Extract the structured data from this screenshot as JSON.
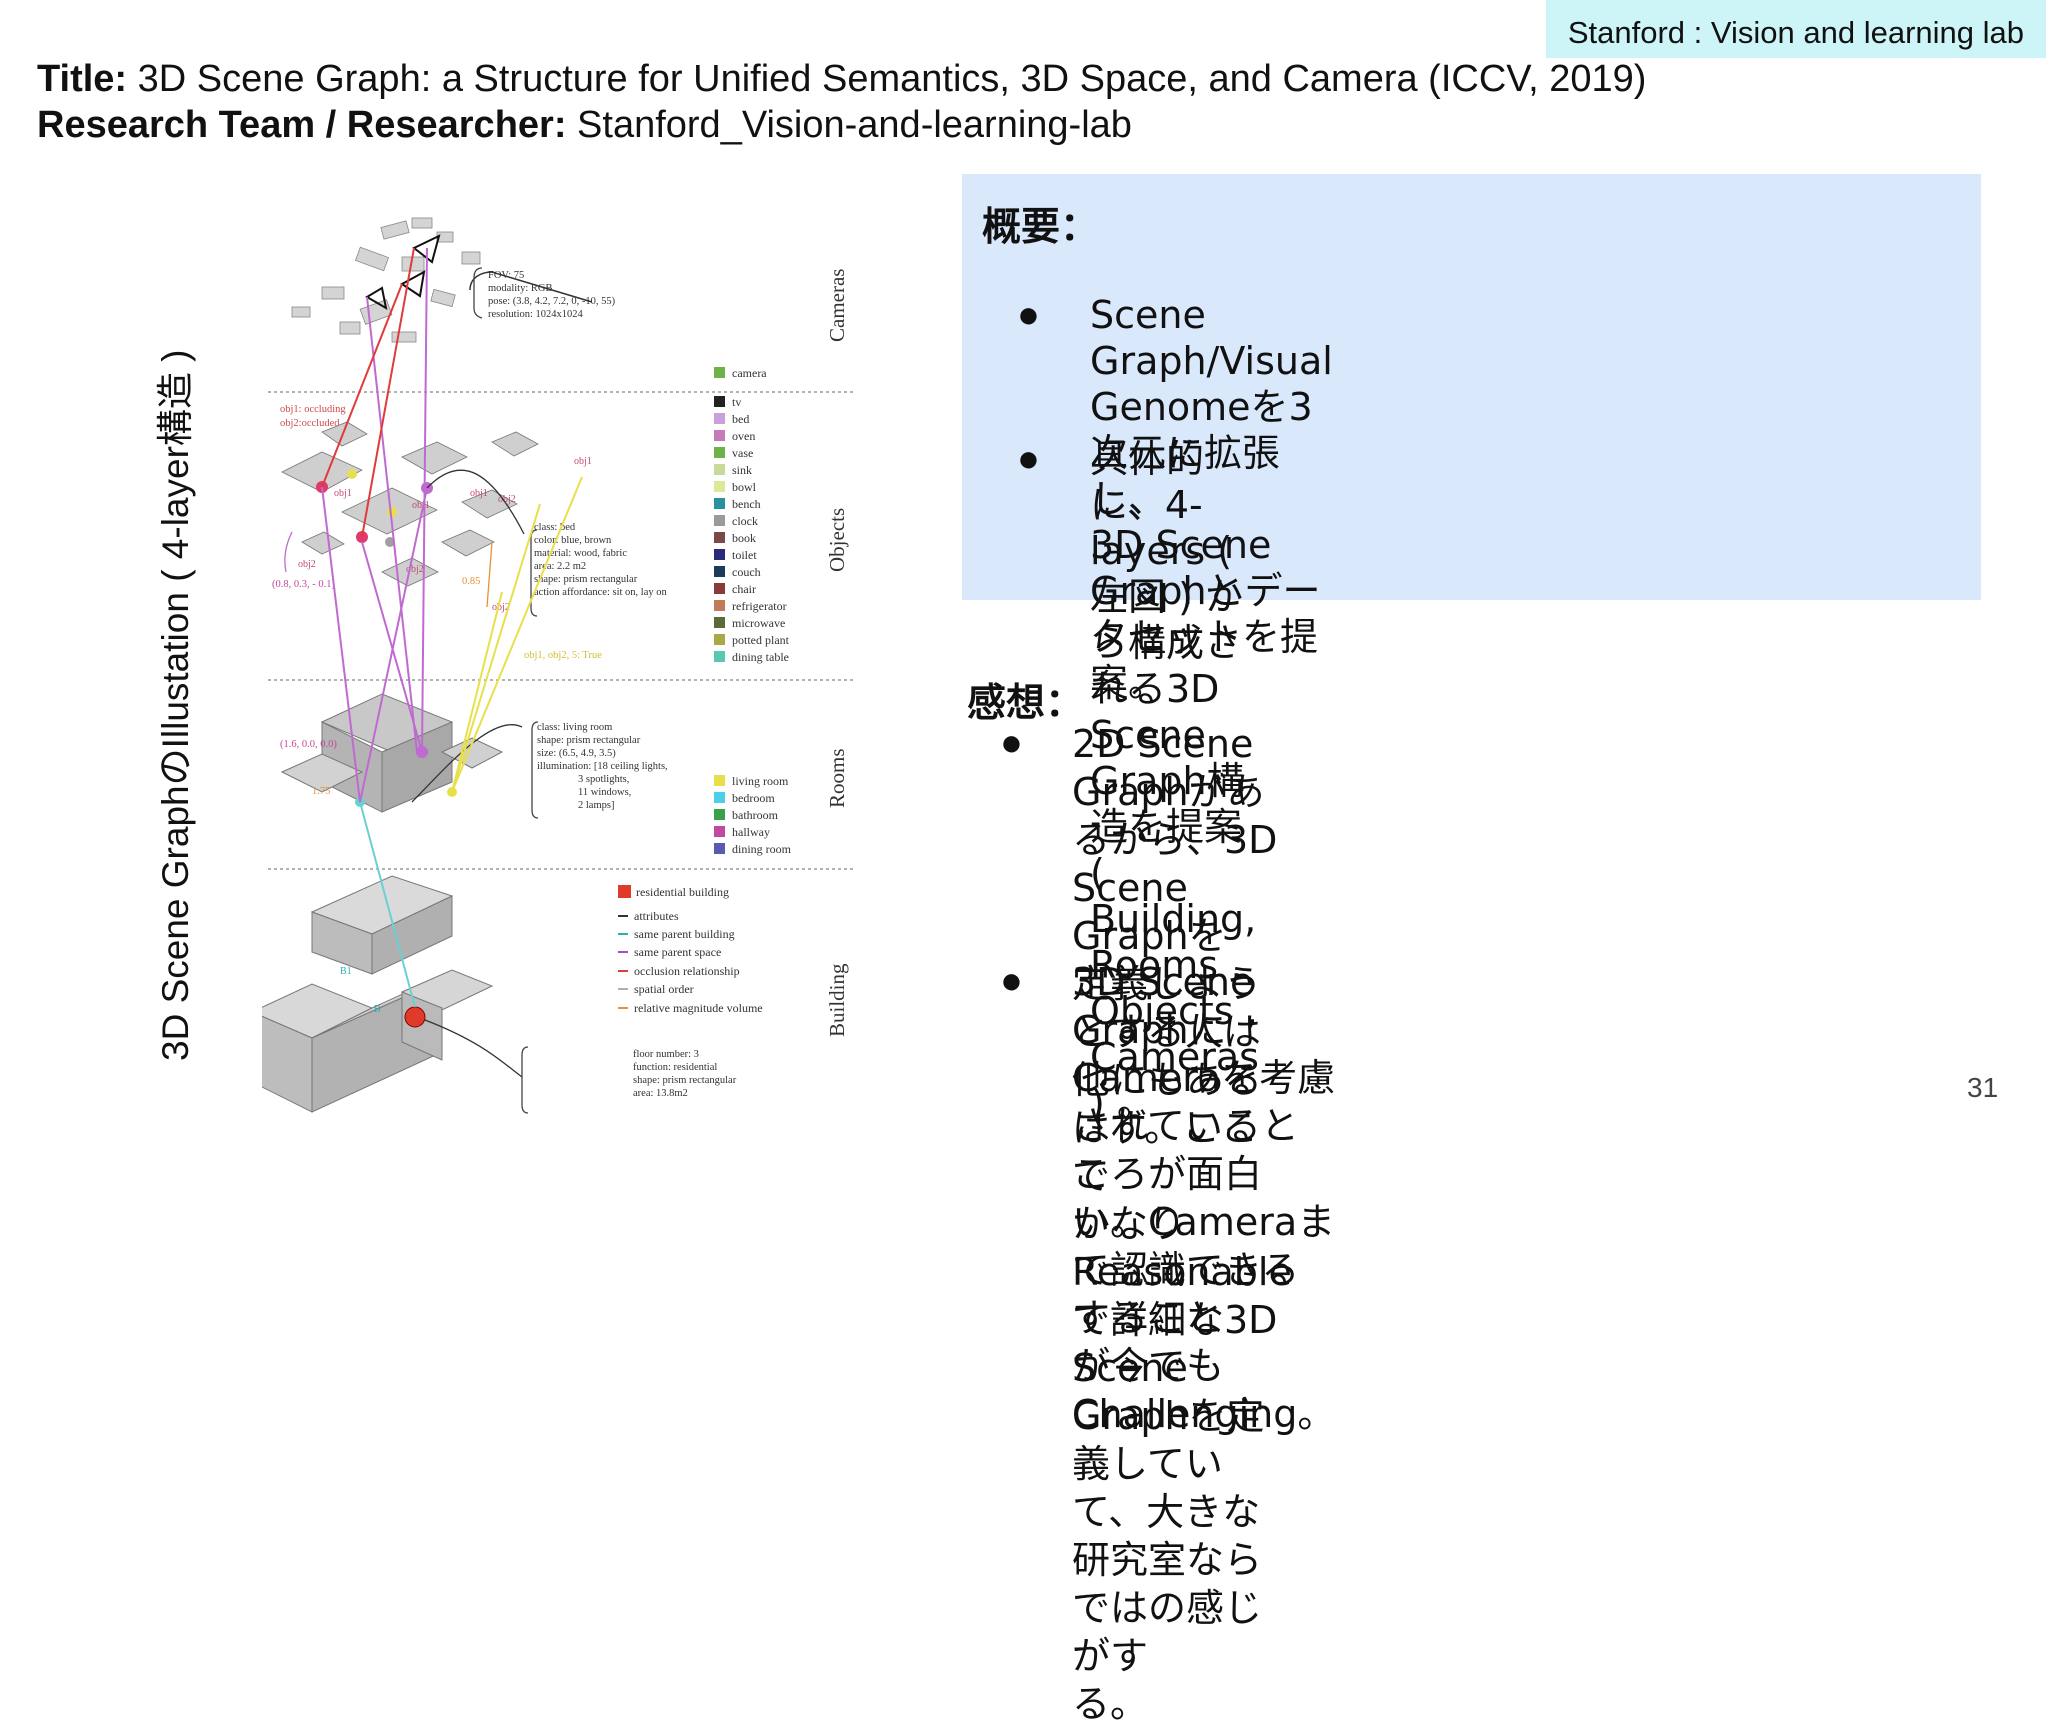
{
  "lab_tag": "Stanford : Vision and learning lab",
  "title": {
    "label": "Title:",
    "text": " 3D Scene Graph: a Structure for Unified Semantics, 3D Space, and Camera (ICCV, 2019)"
  },
  "team": {
    "label": "Research Team / Researcher:",
    "text": " Stanford_Vision-and-learning-lab"
  },
  "vertical_caption": "3D Scene GraphのIllustation ( 4-layer構造 )",
  "figure": {
    "layers": [
      "Cameras",
      "Objects",
      "Rooms",
      "Building"
    ],
    "camera_attrs": [
      "FOV: 75",
      "modality: RGB",
      "pose: (3.8, 4.2, 7.2, 0, -10, 55)",
      "resolution: 1024x1024"
    ],
    "camera_legend": "camera",
    "occlusion_labels": [
      "obj1: occluding",
      "obj2:occluded"
    ],
    "object_legend": [
      {
        "label": "tv",
        "color": "#222222"
      },
      {
        "label": "bed",
        "color": "#c9a0dc"
      },
      {
        "label": "oven",
        "color": "#c47bb8"
      },
      {
        "label": "vase",
        "color": "#6fb24a"
      },
      {
        "label": "sink",
        "color": "#c9d99a"
      },
      {
        "label": "bowl",
        "color": "#dfe89a"
      },
      {
        "label": "bench",
        "color": "#2a8fa0"
      },
      {
        "label": "clock",
        "color": "#9a9a9a"
      },
      {
        "label": "book",
        "color": "#7a4a4a"
      },
      {
        "label": "toilet",
        "color": "#2a2a7a"
      },
      {
        "label": "couch",
        "color": "#1e3a5a"
      },
      {
        "label": "chair",
        "color": "#8a3a3a"
      },
      {
        "label": "refrigerator",
        "color": "#c27a5a"
      },
      {
        "label": "microwave",
        "color": "#5a6a3a"
      },
      {
        "label": "potted plant",
        "color": "#a9a94a"
      },
      {
        "label": "dining table",
        "color": "#5ac8b0"
      }
    ],
    "object_attrs": [
      "class: bed",
      "color: blue, brown",
      "material: wood, fabric",
      "area: 2.2 m2",
      "shape: prism rectangular",
      "action affordance: sit on, lay on"
    ],
    "object_point_labels": [
      "obj1",
      "obj2",
      "obj1",
      "obj2",
      "obj1",
      "obj2",
      "obj1",
      "obj2"
    ],
    "object_coords": "(0.8, 0.3, - 0.1)",
    "object_mag": "0.85",
    "spatial_order_label": "obj1, obj2, 5: True",
    "room_attrs": [
      "class: living room",
      "shape: prism rectangular",
      "size: (6.5, 4.9, 3.5)",
      "illumination: [18 ceiling lights,",
      "3 spotlights,",
      "11 windows,",
      "2 lamps]"
    ],
    "room_coords": "(1.6, 0.0, 0.0)",
    "room_mag": "1.75",
    "room_legend": [
      {
        "label": "living room",
        "color": "#e8e04a"
      },
      {
        "label": "bedroom",
        "color": "#4ad0e8"
      },
      {
        "label": "bathroom",
        "color": "#3aa04a"
      },
      {
        "label": "hallway",
        "color": "#c04aa0"
      },
      {
        "label": "dining room",
        "color": "#5a5ab0"
      }
    ],
    "building_legend_head": {
      "label": "residential building",
      "color": "#e03a2a"
    },
    "edge_legend": [
      {
        "label": "attributes",
        "color": "#333333"
      },
      {
        "label": "same parent building",
        "color": "#2ab0b0"
      },
      {
        "label": "same parent space",
        "color": "#a84ac0"
      },
      {
        "label": "occlusion relationship",
        "color": "#e03a3a"
      },
      {
        "label": "spatial order",
        "color": "#b0b0b0"
      },
      {
        "label": "relative magnitude volume",
        "color": "#e8903a"
      }
    ],
    "building_attrs": [
      "floor number: 3",
      "function: residential",
      "shape: prism rectangular",
      "area: 13.8m2"
    ],
    "building_marks": [
      "B1",
      "B"
    ],
    "colors": {
      "occlusion": "#e03a3a",
      "space": "#c06ad0",
      "spatial": "#e8e04a",
      "building_edge": "#6ad0d0",
      "magnitude": "#e8903a"
    }
  },
  "summary": {
    "heading": "概要：",
    "bullets": [
      "Scene Graph/Visual Genomeを3次元に拡張し、\n3D Scene Graphとデータセットを提案。",
      "具体的に、4-layers ( 左図 ) から構成される3D\nScene Graph構造を提案 ( Building, Rooms ,\nObjects , Cameras ) 。"
    ]
  },
  "impressions": {
    "heading": "感想：",
    "bullets": [
      "2D Scene Graphがあるから、3D Scene Graphを\n定義しようとする人は他にもあるはず。ここで\nかなりReasonableで詳細な3D Scene Graphを定\n義していて、大きな研究室ならではの感じがす\nる。",
      "3D Scene GraphにCameraを考慮されていると\nころが面白い。Cameraまで認識できるすること\nが今でもChallenging。"
    ]
  },
  "bullet_char": "●",
  "page_number": "31"
}
